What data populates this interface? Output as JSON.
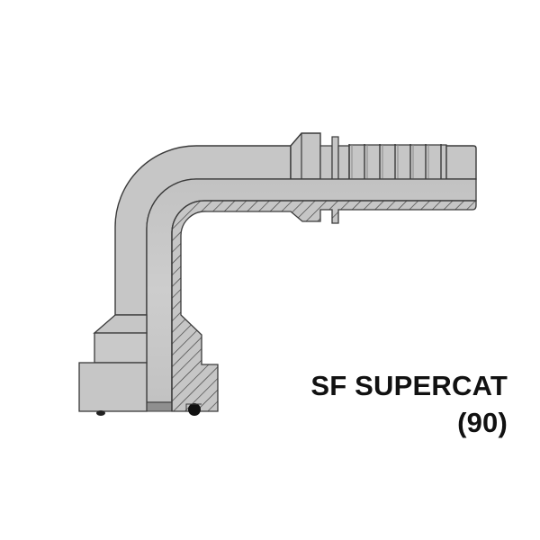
{
  "product": {
    "name_line1": "SF SUPERCAT",
    "name_line2": "(90)"
  },
  "drawing": {
    "subject": "90-degree SAE flange hose fitting, half cross-section",
    "colors": {
      "body": "#c6c6c6",
      "body_light": "#d2d2d2",
      "outline": "#3a3a3a",
      "bore_shadow": "#8f8f8f",
      "oring": "#111111",
      "background": "#ffffff"
    }
  }
}
